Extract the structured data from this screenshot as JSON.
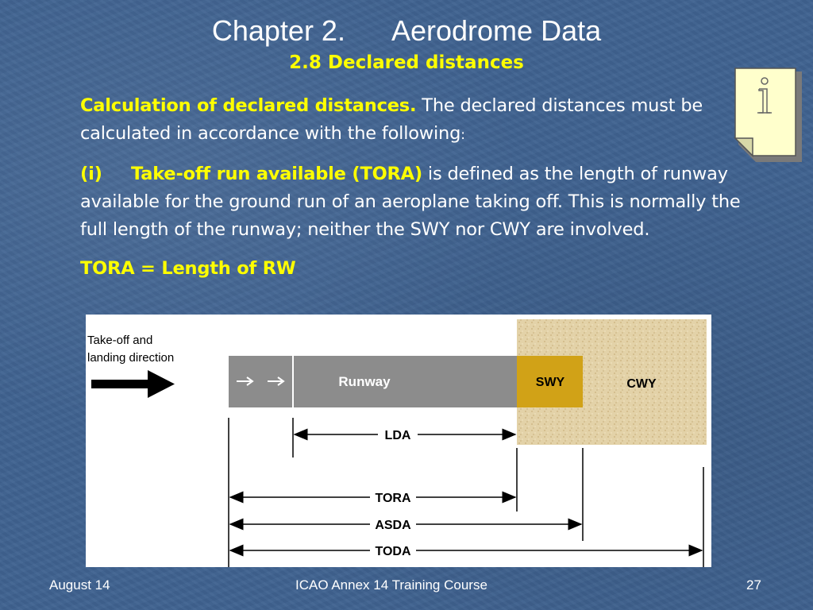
{
  "slide": {
    "title": "Chapter 2.      Aerodrome Data",
    "subtitle": "2.8  Declared distances",
    "para1_bold": "Calculation of declared distances.",
    "para1_text": " The declared distances must be calculated in accordance with the following",
    "para1_colon": ":",
    "para2_num": "(i)",
    "para2_bold": "Take-off run available (TORA)",
    "para2_text": " is defined as the length of runway available for the ground run of an aeroplane taking off. This is normally the full length of the runway; neither the SWY nor CWY are involved.",
    "formula": "TORA = Length of RW",
    "icon": "info-note-icon"
  },
  "figure": {
    "direction_label_1": "Take-off and",
    "direction_label_2": "landing direction",
    "runway_label": "Runway",
    "swy_label": "SWY",
    "cwy_label": "CWY",
    "lda_label": "LDA",
    "tora_label": "TORA",
    "asda_label": "ASDA",
    "toda_label": "TODA",
    "colors": {
      "runway": "#8c8c8c",
      "swy": "#d1a217",
      "cwy": "#e3d2a8"
    }
  },
  "footer": {
    "date": "August 14",
    "course": "ICAO Annex 14 Training Course",
    "page": "27"
  }
}
